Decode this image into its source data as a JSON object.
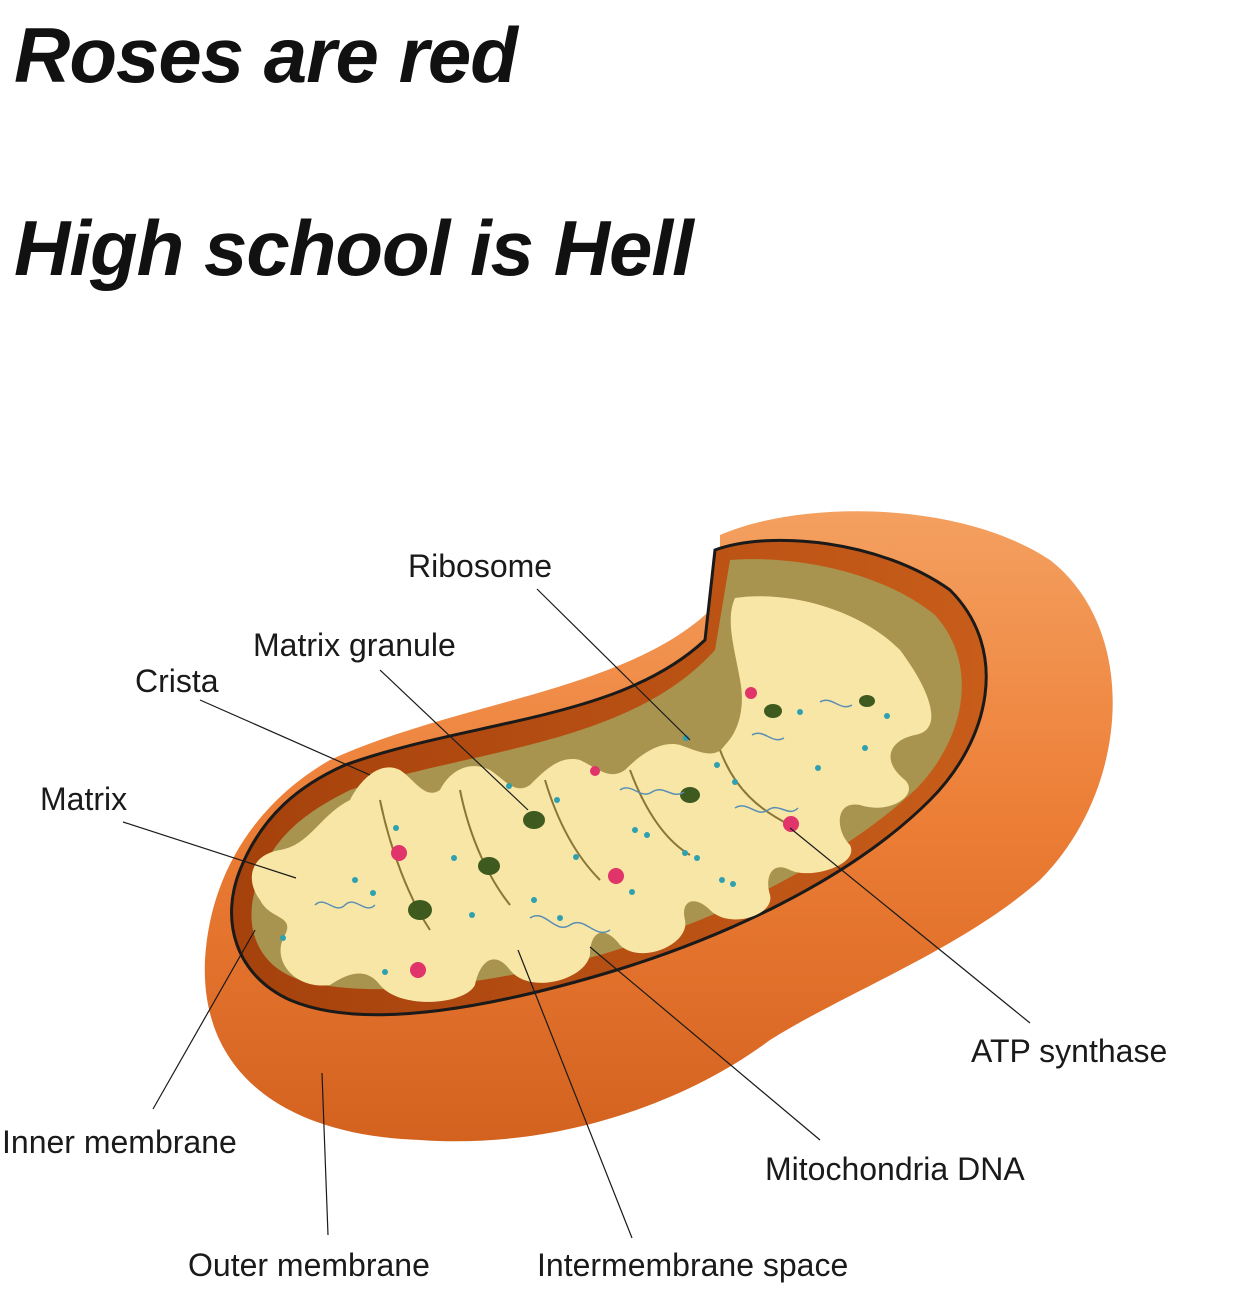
{
  "meme": {
    "line1": "Roses are red",
    "line2": "High school is Hell"
  },
  "diagram": {
    "labels": {
      "ribosome": "Ribosome",
      "matrix_granule": "Matrix granule",
      "crista": "Crista",
      "matrix": "Matrix",
      "atp_synthase": "ATP synthase",
      "inner_membrane": "Inner membrane",
      "mitochondria_dna": "Mitochondria DNA",
      "outer_membrane": "Outer membrane",
      "intermembrane_space": "Intermembrane space"
    },
    "colors": {
      "outer_membrane": "#e8722e",
      "intermembrane_space": "#b64f12",
      "inner_space": "#a8944e",
      "matrix": "#f8e6a6",
      "granule": "#3f5a1e",
      "atp_synthase": "#e0346a",
      "ribosome": "#2ea0b0"
    }
  }
}
